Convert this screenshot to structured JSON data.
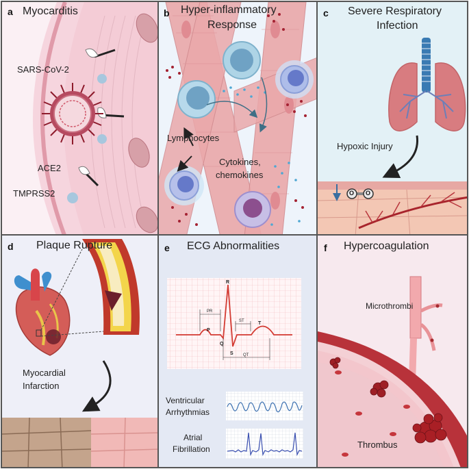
{
  "panels": {
    "a": {
      "letter": "a",
      "title": "Myocarditis",
      "labels": {
        "virus": "SARS-CoV-2",
        "ace2": "ACE2",
        "tmprss2": "TMPRSS2"
      }
    },
    "b": {
      "letter": "b",
      "title_line1": "Hyper-inflammatory",
      "title_line2": "Response",
      "labels": {
        "lymphocytes": "Lymphocytes",
        "cytokines_line1": "Cytokines,",
        "cytokines_line2": "chemokines"
      }
    },
    "c": {
      "letter": "c",
      "title_line1": "Severe Respiratory",
      "title_line2": "Infection",
      "labels": {
        "hypoxic": "Hypoxic Injury",
        "o2_a": "O",
        "o2_b": "O"
      }
    },
    "d": {
      "letter": "d",
      "title": "Plaque Rupture",
      "labels": {
        "mi_line1": "Myocardial",
        "mi_line2": "Infarction"
      }
    },
    "e": {
      "letter": "e",
      "title": "ECG Abnormalities",
      "ecg": {
        "R": "R",
        "P": "P",
        "Q": "Q",
        "S": "S",
        "T": "T",
        "PR": "PR",
        "ST": "ST",
        "QT": "QT"
      },
      "labels": {
        "va_line1": "Ventricular",
        "va_line2": "Arrhythmias",
        "af_line1": "Atrial",
        "af_line2": "Fibrillation"
      }
    },
    "f": {
      "letter": "f",
      "title": "Hypercoagulation",
      "labels": {
        "microthrombi": "Microthrombi",
        "thrombus": "Thrombus"
      }
    }
  },
  "colors": {
    "border": "#555555",
    "panel_bg_a": "#fbeff4",
    "panel_bg_b": "#eef4fb",
    "panel_bg_c": "#e2f1f6",
    "panel_bg_d": "#eeeff8",
    "panel_bg_e": "#e4e9f4",
    "panel_bg_f": "#f7e9ee",
    "vessel_red": "#b42a30",
    "muscle_pink": "#e9a3a6"
  }
}
